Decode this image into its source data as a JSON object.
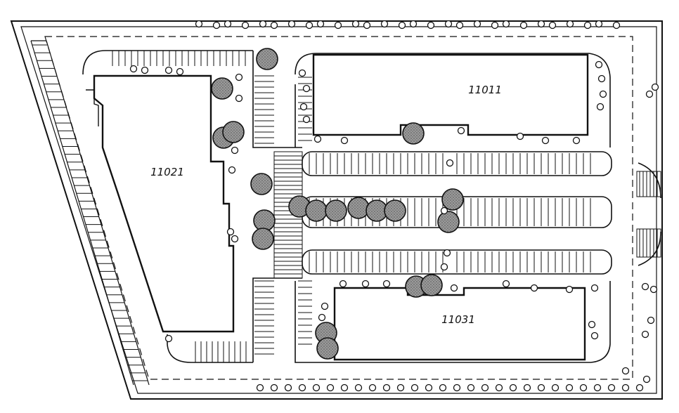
{
  "site_plan": {
    "buildings": [
      {
        "id": "building-11021",
        "label": "11021"
      },
      {
        "id": "building-11011",
        "label": "11011"
      },
      {
        "id": "building-11031",
        "label": "11031"
      }
    ]
  },
  "colors": {
    "line": "#111111",
    "tree_fill": "#8c8c8c",
    "paper": "#ffffff"
  }
}
